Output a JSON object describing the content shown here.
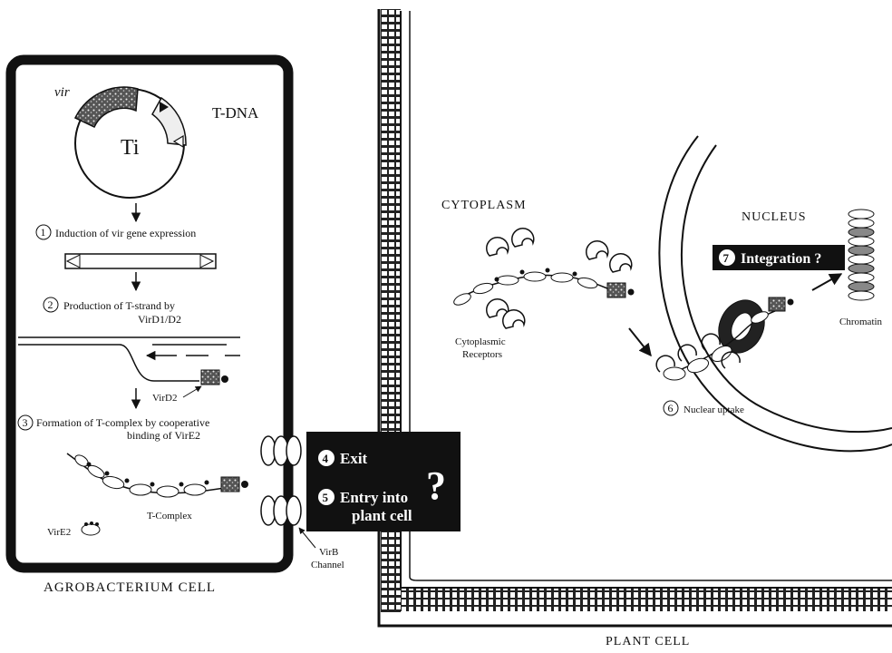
{
  "labels": {
    "vir": "vir",
    "t_dna": "T-DNA",
    "ti": "Ti",
    "step1": "Induction of vir gene expression",
    "step1_num": "1",
    "step2_line1": "Production of T-strand by",
    "step2_line2": "VirD1/D2",
    "step2_num": "2",
    "virD2": "VirD2",
    "step3_line1": "Formation of T-complex by cooperative",
    "step3_line2": "binding of VirE2",
    "step3_num": "3",
    "virE2": "VirE2",
    "t_complex": "T-Complex",
    "virB_line1": "VirB",
    "virB_line2": "Channel",
    "agro_cell": "AGROBACTERIUM CELL",
    "plant_cell": "PLANT CELL",
    "cytoplasm": "CYTOPLASM",
    "nucleus": "NUCLEUS",
    "receptors_line1": "Cytoplasmic",
    "receptors_line2": "Receptors",
    "step6": "Nuclear uptake",
    "step6_num": "6",
    "chromatin": "Chromatin",
    "box_step4_num": "4",
    "box_step4": "Exit",
    "box_step5_num": "5",
    "box_step5_line1": "Entry into",
    "box_step5_line2": "plant cell",
    "box_question": "?",
    "step7_num": "7",
    "step7": "Integration ?"
  }
}
